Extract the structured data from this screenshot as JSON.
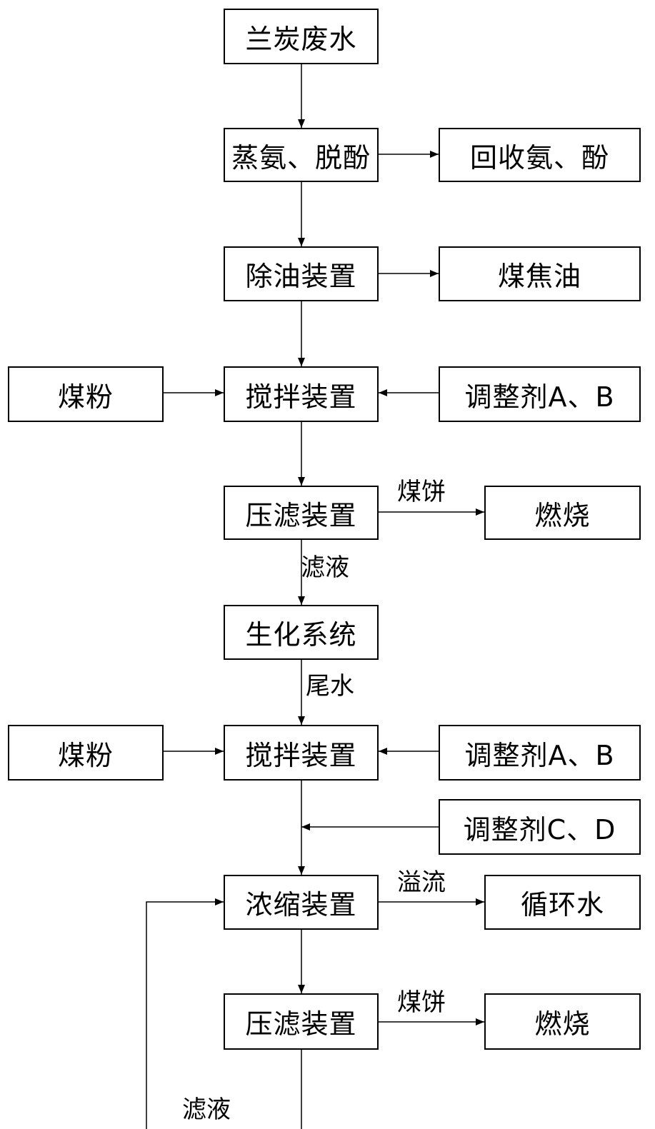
{
  "nodes": {
    "lantan_wastewater": "兰炭废水",
    "ammonia_dephenol": "蒸氨、脱酚",
    "recover_ammonia_phenol": "回收氨、酚",
    "oil_removal": "除油装置",
    "coal_tar": "煤焦油",
    "coal_powder_1": "煤粉",
    "stirring_1": "搅拌装置",
    "regulator_ab_1": "调整剂A、B",
    "filter_press_1": "压滤装置",
    "burning_1": "燃烧",
    "biochem_system": "生化系统",
    "coal_powder_2": "煤粉",
    "stirring_2": "搅拌装置",
    "regulator_ab_2": "调整剂A、B",
    "regulator_cd": "调整剂C、D",
    "concentration": "浓缩装置",
    "circulating_water": "循环水",
    "filter_press_2": "压滤装置",
    "burning_2": "燃烧"
  },
  "edge_labels": {
    "coal_cake_1": "煤饼",
    "filtrate_1": "滤液",
    "tail_water": "尾水",
    "overflow": "溢流",
    "coal_cake_2": "煤饼",
    "filtrate_2": "滤液"
  }
}
